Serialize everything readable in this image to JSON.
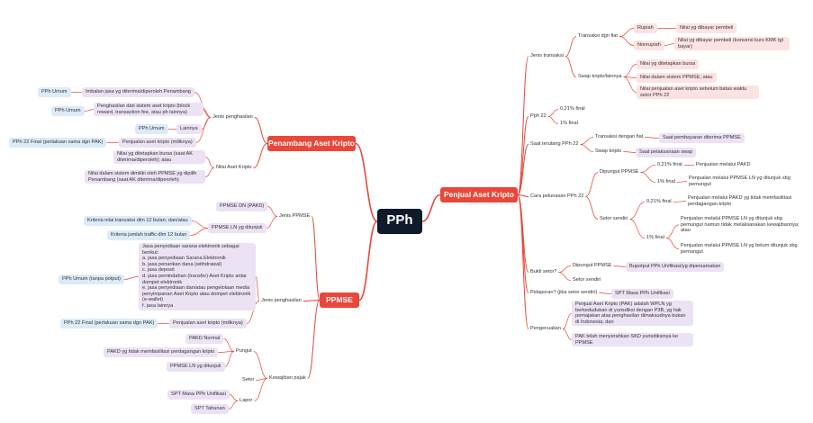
{
  "root": "PPh",
  "penjual": {
    "title": "Penjual Aset Kripto",
    "jenis_transaksi": {
      "label": "Jenis transaksi",
      "fiat": {
        "label": "Transaksi dgn fiat",
        "rupiah": "Rupiah",
        "rupiah_note": "Nilai yg dibayar pembeli",
        "nonrupiah": "Nonrupiah",
        "nonrupiah_note": "Nilai yg dibayar pembeli (konversi kurs KMK tgl bayar)"
      },
      "swap": {
        "label": "Swap kripto/lainnya",
        "items": [
          "Nilai yg ditetapkan bursa",
          "Nilai dalam sistem PPMSE; atau",
          "Nilai penjualan aset kripto sebelum batas waktu setor PPh 22"
        ]
      }
    },
    "pph22": {
      "label": "Pph 22",
      "rates": [
        "0,21% final",
        "1% final"
      ]
    },
    "terutang": {
      "label": "Saat terutang PPh 22",
      "fiat": "Transaksi dengan fiat",
      "fiat_note": "Saat pembayaran diterima PPMSE",
      "swap": "Swap kripto",
      "swap_note": "Saat pelaksanaan swap"
    },
    "cara_pelunasan": {
      "label": "Cara pelunasan PPh 22",
      "dipungut": {
        "label": "Dipungut PPMSE",
        "r021": "0,21% final",
        "r021_note": "Penjualan melalui PAKD",
        "r1": "1% final",
        "r1_note": "Penjualan melalui PPMSE LN yg ditunjuk sbg pemungut"
      },
      "setor": {
        "label": "Setor sendiri",
        "r021": "0,21% final",
        "r021_note": "Penjualan melalui PAKD yg tidak memfasilitasi perdagangan kripto",
        "r1": "1% final",
        "r1_note1": "Penjualan melalui PPMSE LN yg ditunjuk sbg pemungut namun tidak melaksanakan kewajibannya; atau",
        "r1_note2": "Penjualan melalui PPMSE LN yg belum ditunjuk sbg pemungut"
      }
    },
    "bukti": {
      "label": "Bukti setor?",
      "dipungut": "Dipungut PPMSE",
      "dipungut_note": "Bupotput PPh Unifikasi/yg dipersamakan",
      "setor": "Setor sendiri"
    },
    "pelaporan": {
      "label": "Pelaporan? (jika setor sendiri)",
      "note": "SPT Masa PPh Unifikasi"
    },
    "pengecualian": {
      "label": "Pengecualian",
      "items": [
        "Penjual Aset Kripto (PAK) adalah WPLN yg berkedudukan di yurisdiksi dengan P3B, yg hak pemajakan atas penghasilan dimaksudnya bukan di Indonesia; dan",
        "PAK telah menyerahkan SKD yurisdiksinya ke PPMSE"
      ]
    }
  },
  "penambang": {
    "title": "Penambang Aset Kripto",
    "jenis_penghasilan": {
      "label": "Jenis penghasilan",
      "rows": [
        {
          "text": "Imbalan jasa yg diterima/diperoleh Penambang",
          "tag": "PPh Umum"
        },
        {
          "text": "Penghasilan dari sistem aset kripto (block reward, transaction fee, atau ph lainnya)",
          "tag": "PPh Umum"
        },
        {
          "text": "Lainnya",
          "tag": "PPh Umum"
        },
        {
          "text": "Penjualan aset kripto (miliknya)",
          "tag": "PPh 22 Final (perlakuan sama dgn PAK)"
        }
      ]
    },
    "nilai_aset": {
      "label": "Nilai Aset Kripto",
      "items": [
        "Nilai yg ditetapkan bursa (saat AK diterima/diperoleh); atau",
        "Nilai dalam sistem dimiliki oleh PPMSE yg dipilih Penambang (saat AK diterima/diperoleh)"
      ]
    }
  },
  "ppmse": {
    "title": "PPMSE",
    "jenis": {
      "label": "Jenis PPMSE",
      "dn": "PPMSE DN (PAKD)",
      "ln": "PPMSE LN yg ditunjuk",
      "criteria": [
        "Kriteria nilai transaksi dlm 12 bulan; dan/atau",
        "Kriteria jumlah traffic dlm 12 bulan"
      ]
    },
    "penghasilan": {
      "label": "Jenis penghasilan",
      "services": "Jasa penyediaan sarana elektronik sebagai berikut:\na. jasa penyediaan Sarana Elektronik\nb. jasa penarikan dana (withdrawal)\nc. jasa deposit\nd. jasa pemindahan (transfer) Aset Kripto antar dompet elektronik\ne. jasa penyediaan dan/atau pengelolaan media penyimpanan Aset Kripto atau dompet elektronik (e-wallet)\nf. jasa lainnya",
      "services_tag": "PPh Umum (tanpa potput)",
      "sale": "Penjualan aset kripto (miliknya)",
      "sale_tag": "PPh 22 Final (perlakuan sama dgn PAK)"
    },
    "kewajiban": {
      "label": "Kewajiban pajak",
      "pungut": "Pungut",
      "pungut_items": [
        "PAKD Normal",
        "PAKD yg tidak memfasilitasi perdagangan kripto",
        "PPMSE LN yg ditunjuk"
      ],
      "setor": "Setor",
      "lapor": "Lapor",
      "lapor_items": [
        "SPT Masa PPh Unifikasi",
        "SPT Tahunan"
      ]
    }
  }
}
